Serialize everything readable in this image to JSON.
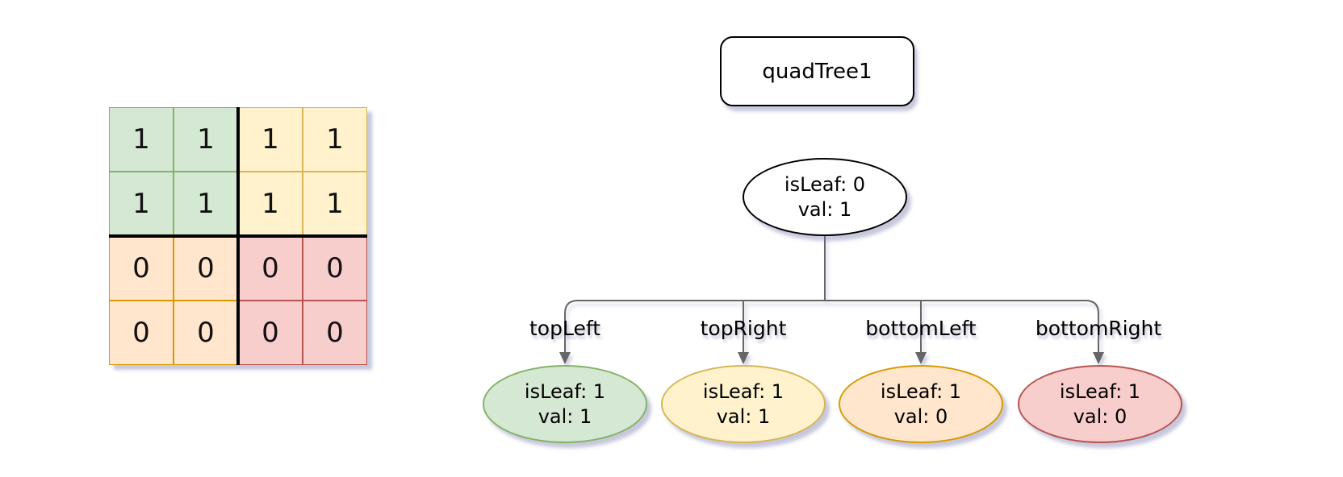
{
  "matrix": {
    "rows": [
      [
        "1",
        "1",
        "1",
        "1"
      ],
      [
        "1",
        "1",
        "1",
        "1"
      ],
      [
        "0",
        "0",
        "0",
        "0"
      ],
      [
        "0",
        "0",
        "0",
        "0"
      ]
    ]
  },
  "tree": {
    "title": "quadTree1",
    "root": {
      "isLeaf": "isLeaf: 0",
      "val": "val: 1"
    },
    "children": [
      {
        "label": "topLeft",
        "isLeaf": "isLeaf: 1",
        "val": "val: 1",
        "color_key": "green"
      },
      {
        "label": "topRight",
        "isLeaf": "isLeaf: 1",
        "val": "val: 1",
        "color_key": "yellow"
      },
      {
        "label": "bottomLeft",
        "isLeaf": "isLeaf: 1",
        "val": "val: 0",
        "color_key": "orange"
      },
      {
        "label": "bottomRight",
        "isLeaf": "isLeaf: 1",
        "val": "val: 0",
        "color_key": "red"
      }
    ]
  },
  "colors": {
    "green_fill": "#d5e8d4",
    "green_stroke": "#82b366",
    "yellow_fill": "#fff2cc",
    "yellow_stroke": "#d6b656",
    "orange_fill": "#ffe6cc",
    "orange_stroke": "#d79b00",
    "red_fill": "#f8cecc",
    "red_stroke": "#b85450",
    "edge_line": "#666666",
    "divider": "#000000"
  }
}
